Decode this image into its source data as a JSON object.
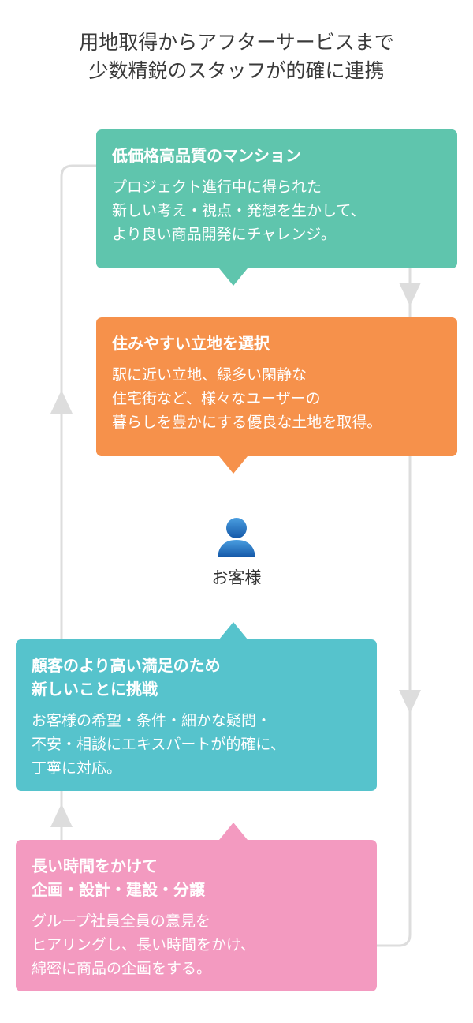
{
  "title": {
    "line1": "用地取得からアフターサービスまで",
    "line2": "少数精鋭のスタッフが的確に連携"
  },
  "colors": {
    "teal": "#5fc5ad",
    "orange": "#f6914b",
    "cyan": "#56c3cc",
    "pink": "#f39ac0",
    "line": "#dddddd",
    "person": "#1c6bb4"
  },
  "boxes": {
    "mansion": {
      "title": "低価格高品質のマンション",
      "lines": [
        "プロジェクト進行中に得られた",
        "新しい考え・視点・発想を生かして、",
        "より良い商品開発にチャレンジ。"
      ]
    },
    "land": {
      "title": "住みやすい立地を選択",
      "lines": [
        "駅に近い立地、緑多い閑静な",
        "住宅街など、様々なユーザーの",
        "暮らしを豊かにする優良な土地を取得。"
      ]
    },
    "challenge": {
      "title_lines": [
        "顧客のより高い満足のため",
        "新しいことに挑戦"
      ],
      "lines": [
        "お客様の希望・条件・細かな疑問・",
        "不安・相談にエキスパートが的確に、",
        "丁寧に対応。"
      ]
    },
    "planning": {
      "title_lines": [
        "長い時間をかけて",
        "企画・設計・建設・分譲"
      ],
      "lines": [
        "グループ社員全員の意見を",
        "ヒアリングし、長い時間をかけ、",
        "綿密に商品の企画をする。"
      ]
    }
  },
  "center": {
    "icon": "person-icon",
    "label": "お客様"
  }
}
